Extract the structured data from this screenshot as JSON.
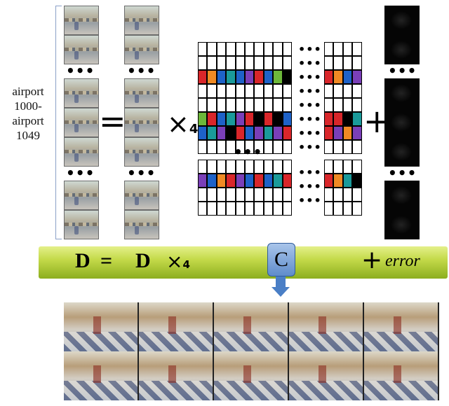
{
  "side_label": {
    "line1": "airport",
    "line2": "1000-",
    "line3": "airport",
    "line4": "1049"
  },
  "top_equation": {
    "equals": "=",
    "times": "×",
    "mode_subscript": "4",
    "plus": "+"
  },
  "ellipsis": "•••",
  "colors": {
    "red": "#d9262a",
    "orange": "#f08a24",
    "blue": "#1e62c8",
    "teal": "#1a9a9a",
    "purple": "#7a3fb8",
    "green": "#6db83a",
    "magenta": "#c83a8a",
    "black": "#000000",
    "bar_green": "#b6d23a",
    "c_box": "#6f9bd6"
  },
  "core_rows": [
    [
      "red",
      "orange",
      "blue",
      "teal",
      "blue",
      "purple",
      "red",
      "blue",
      "green",
      "black"
    ],
    [
      "green",
      "red",
      "blue",
      "teal",
      "purple",
      "red",
      "black",
      "red",
      "black",
      "blue"
    ],
    [
      "blue",
      "teal",
      "purple",
      "black",
      "red",
      "blue",
      "purple",
      "teal",
      "purple",
      "red"
    ],
    [
      "purple",
      "blue",
      "orange",
      "red",
      "purple",
      "blue",
      "red",
      "blue",
      "teal",
      "red"
    ]
  ],
  "right_rows": [
    [
      "red",
      "orange",
      "blue",
      "purple"
    ],
    [
      "red",
      "red",
      "black",
      "teal"
    ],
    [
      "red",
      "purple",
      "orange",
      "purple"
    ],
    [
      "red",
      "orange",
      "teal",
      "black"
    ]
  ],
  "bar_equation": {
    "d_left": "D",
    "equals": "=",
    "d_right": "D",
    "times": "×",
    "mode_subscript": "4",
    "plus": "+",
    "error": "error"
  },
  "c_label": "C"
}
